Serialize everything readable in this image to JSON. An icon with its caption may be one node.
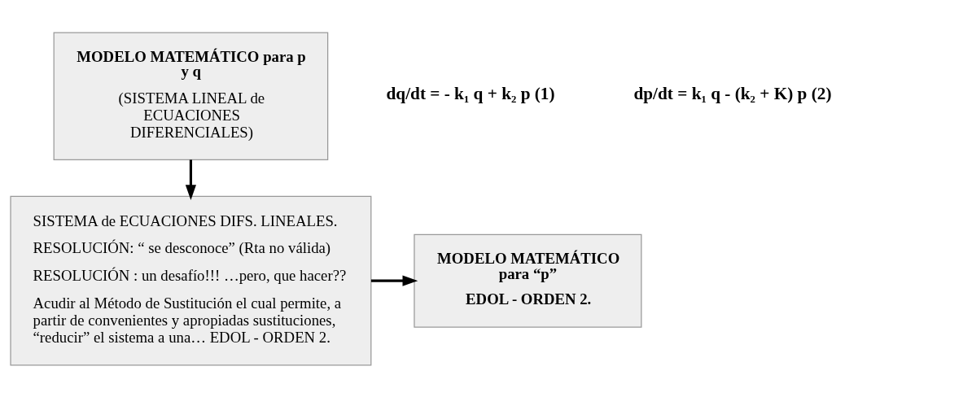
{
  "diagram": {
    "nodes": [
      {
        "text": [
          "MODELO MATEMÁTICO para p y q",
          "(SISTEMA LINEAL de ECUACIONES DIFERENCIALES)"
        ]
      },
      {
        "text": [
          "SISTEMA de ECUACIONES DIFS. LINEALES.",
          "RESOLUCIÓN: “ se desconoce” (Rta no válida)",
          "RESOLUCIÓN : un desafío!!! …pero, que hacer??",
          "Acudir al Método de Sustitución el cual permite, a partir de convenientes y apropiadas sustituciones, “reducir” el sistema a una… EDOL - ORDEN 2."
        ]
      },
      {
        "text": [
          "MODELO MATEMÁTICO para “p”",
          "EDOL - ORDEN 2."
        ]
      }
    ],
    "edges": [
      {
        "from": 0,
        "to": 1,
        "arrow": "to"
      },
      {
        "from": 1,
        "to": 2,
        "arrow": "to"
      }
    ],
    "labels": [
      "dq/dt = - k₁ q + k₂ p (1)",
      "dp/dt = k₁ q - (k₂ + K) p (2)"
    ]
  }
}
